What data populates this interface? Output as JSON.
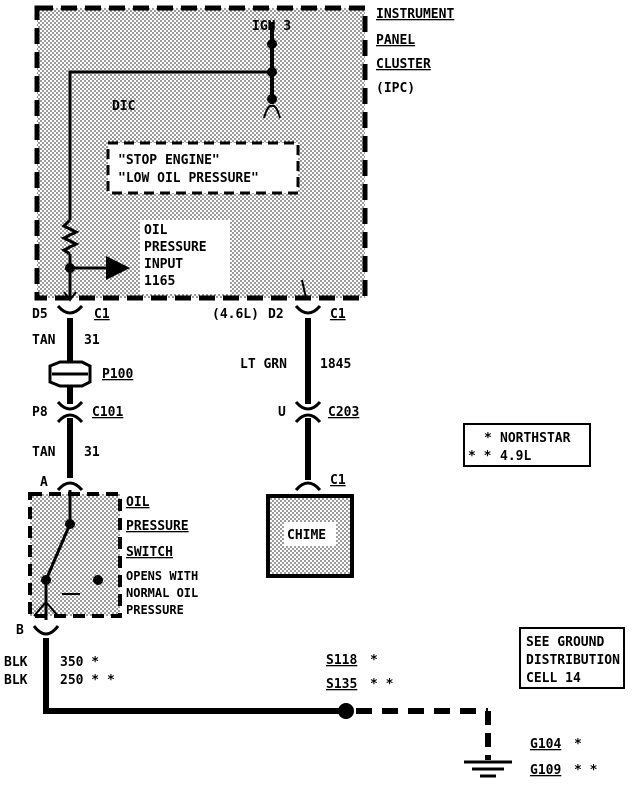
{
  "ipc": {
    "title_line1": "INSTRUMENT",
    "title_line2": "PANEL",
    "title_line3": "CLUSTER",
    "title_line4": "(IPC)",
    "ign_label": "IGN 3",
    "dic_label": "DIC",
    "message_line1": "\"STOP ENGINE\"",
    "message_line2": "\"LOW OIL PRESSURE\"",
    "input_line1": "OIL",
    "input_line2": "PRESSURE",
    "input_line3": "INPUT",
    "input_line4": "1165"
  },
  "left_circuit": {
    "pin_top": "D5",
    "conn_top": "C1",
    "wire_color_top": "TAN",
    "wire_num_top": "31",
    "splice_label": "P100",
    "pin_mid": "P8",
    "conn_mid": "C101",
    "wire_color_bot": "TAN",
    "wire_num_bot": "31",
    "pin_switch_a": "A",
    "pin_switch_b": "B"
  },
  "switch": {
    "line1": "OIL",
    "line2": "PRESSURE",
    "line3": "SWITCH",
    "line4": "OPENS WITH",
    "line5": "NORMAL OIL",
    "line6": "PRESSURE"
  },
  "right_circuit": {
    "variant": "(4.6L)",
    "pin_top": "D2",
    "conn_top": "C1",
    "wire_color": "LT GRN",
    "wire_num": "1845",
    "pin_mid": "U",
    "conn_mid": "C203",
    "chime_conn": "C1",
    "chime_label": "CHIME"
  },
  "legend": {
    "northstar_mark": "*",
    "northstar_label": "NORTHSTAR",
    "v49_mark": "* *",
    "v49_label": "4.9L"
  },
  "ground": {
    "wire1_color": "BLK",
    "wire1_num": "350 *",
    "wire2_color": "BLK",
    "wire2_num": "250 * *",
    "splice1": "S118",
    "splice1_mark": "*",
    "splice2": "S135",
    "splice2_mark": "* *",
    "note_line1": "SEE GROUND",
    "note_line2": "DISTRIBUTION",
    "note_line3": "CELL 14",
    "g1": "G104",
    "g1_mark": "*",
    "g2": "G109",
    "g2_mark": "* *"
  }
}
